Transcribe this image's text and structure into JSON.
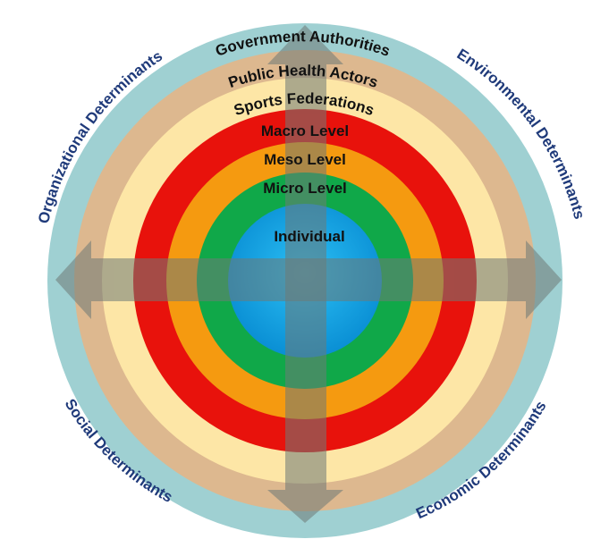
{
  "diagram": {
    "rings": [
      {
        "id": "government",
        "label": "Government Authorities",
        "color": "#9fd0d2"
      },
      {
        "id": "public-health",
        "label": "Public Health Actors",
        "color": "#ddb88f"
      },
      {
        "id": "sports",
        "label": "Sports Federations",
        "color": "#fde6a6"
      },
      {
        "id": "macro",
        "label": "Macro Level",
        "color": "#e8120c"
      },
      {
        "id": "meso",
        "label": "Meso Level",
        "color": "#f59a10"
      },
      {
        "id": "micro",
        "label": "Micro Level",
        "color": "#10a849"
      },
      {
        "id": "individual",
        "label": "Individual",
        "color": "#0ea6e3"
      }
    ],
    "determinants": {
      "organizational": "Organizational Determinants",
      "environmental": "Environmental Determinants",
      "social": "Social Determinants",
      "economic": "Economic Determinants"
    },
    "colors": {
      "determinant_text": "#1f3a7a",
      "arrow": "#7a8a86",
      "outer_ring": "#9fd0d2"
    }
  }
}
